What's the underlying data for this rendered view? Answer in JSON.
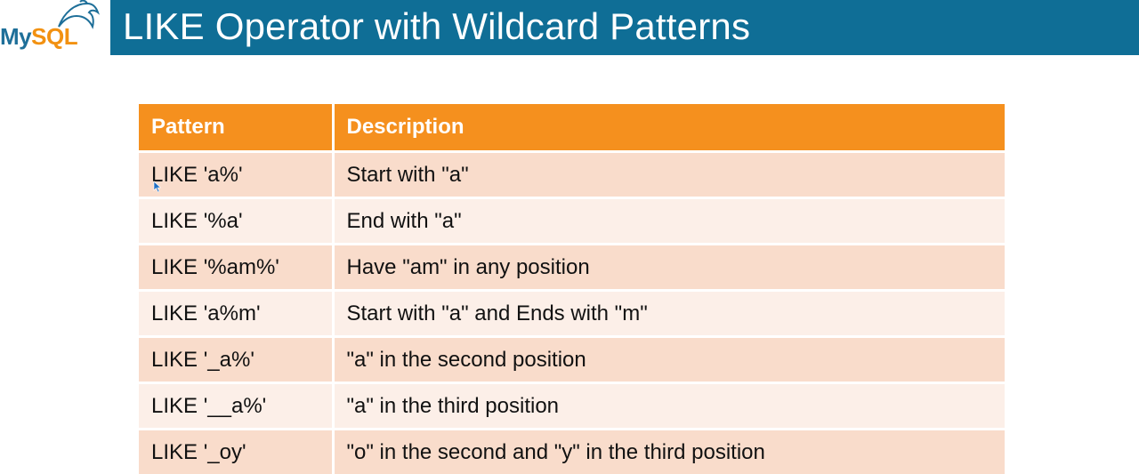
{
  "slide": {
    "title": "LIKE Operator with Wildcard Patterns",
    "logo": {
      "my": "My",
      "sql": "SQL"
    },
    "colors": {
      "header": "#0f6e96",
      "table_header": "#f5901e",
      "row_odd": "#f9dccb",
      "row_even": "#fcefe8"
    }
  },
  "table": {
    "headers": [
      "Pattern",
      "Description"
    ],
    "rows": [
      {
        "pattern": "LIKE 'a%'",
        "description": "Start with \"a\""
      },
      {
        "pattern": "LIKE '%a'",
        "description": "End with \"a\""
      },
      {
        "pattern": "LIKE '%am%'",
        "description": "Have \"am\" in any position"
      },
      {
        "pattern": "LIKE 'a%m'",
        "description": "Start with \"a\" and Ends with \"m\""
      },
      {
        "pattern": "LIKE '_a%'",
        "description": "\"a\" in the second position"
      },
      {
        "pattern": "LIKE '__a%'",
        "description": "\"a\" in the third position"
      },
      {
        "pattern": "LIKE '_oy'",
        "description": "\"o\" in the second and \"y\" in the third position"
      }
    ]
  }
}
